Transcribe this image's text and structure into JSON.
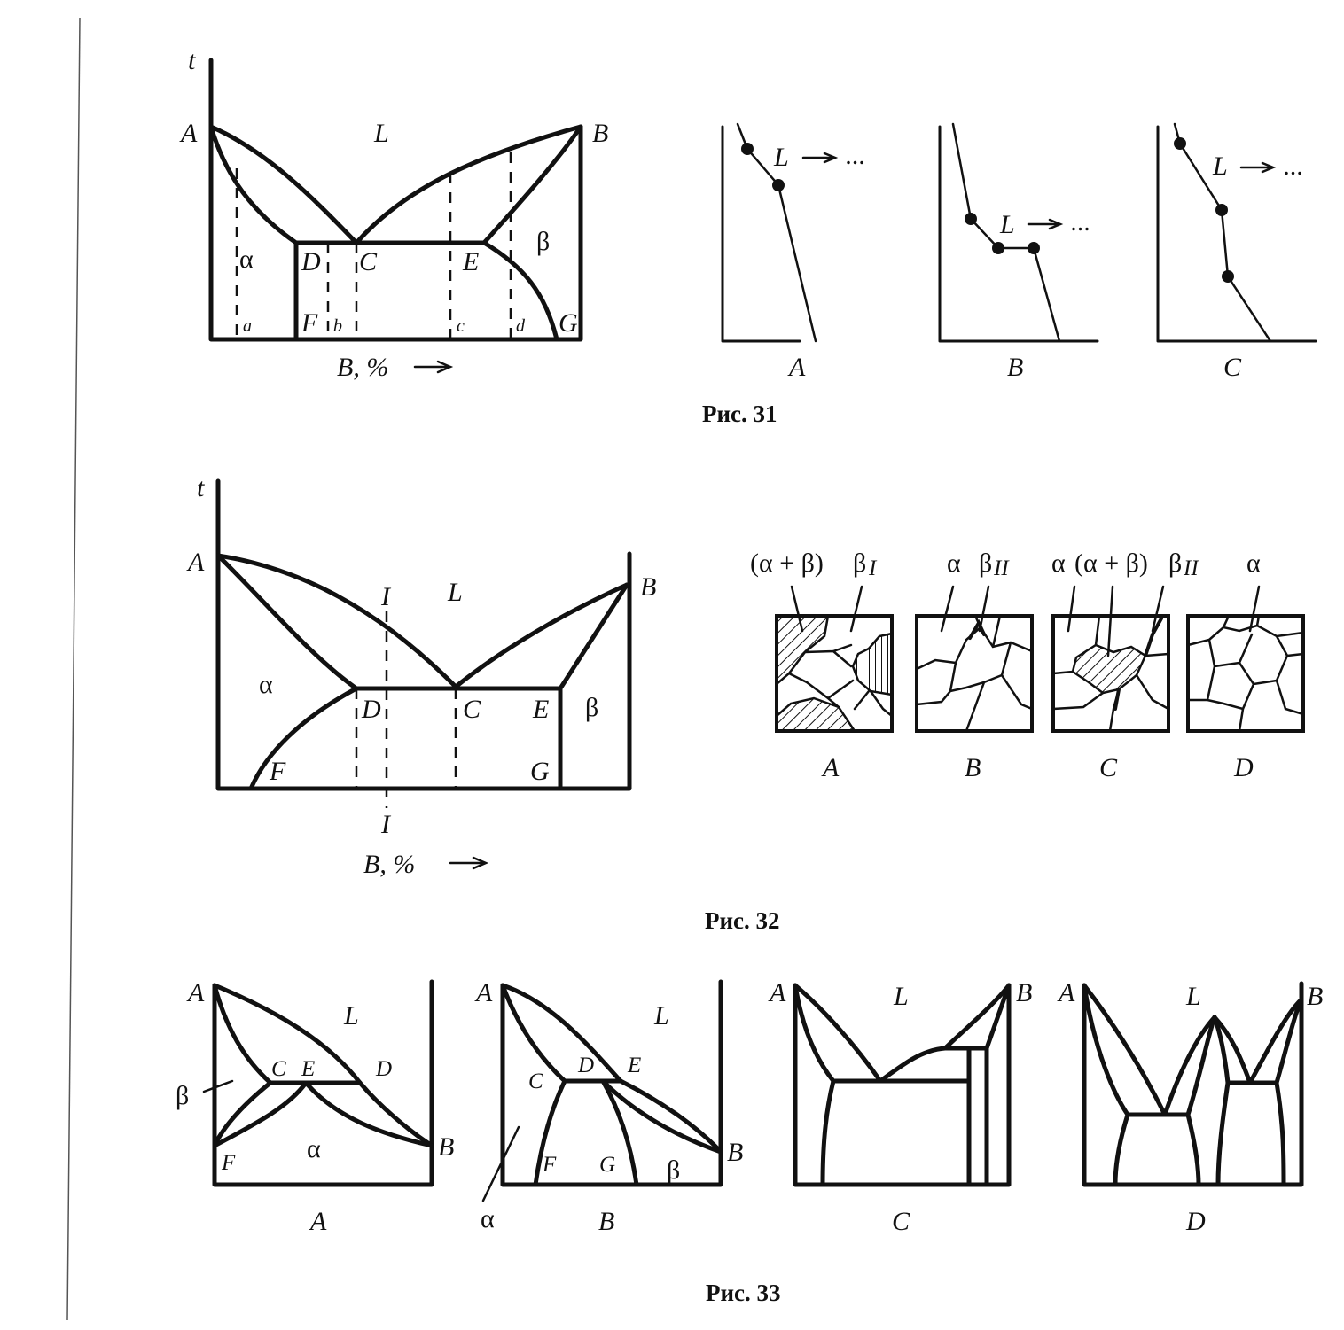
{
  "fig31": {
    "caption": "Рис. 31",
    "diagram": {
      "axis_t": "t",
      "axis_x": "B, %",
      "points": {
        "A": "A",
        "B": "B",
        "C": "C",
        "D": "D",
        "E": "E",
        "F": "F",
        "G": "G"
      },
      "regions": {
        "L": "L",
        "alpha": "α",
        "beta": "β"
      },
      "alloys": {
        "a": "a",
        "b": "b",
        "c": "c",
        "d": "d"
      }
    },
    "cooling_curves": [
      {
        "label": "A",
        "annotation": "L"
      },
      {
        "label": "B",
        "annotation": "L"
      },
      {
        "label": "C",
        "annotation": "L"
      }
    ],
    "ellipsis": "..."
  },
  "fig32": {
    "caption": "Рис. 32",
    "diagram": {
      "axis_t": "t",
      "axis_x": "B, %",
      "points": {
        "A": "A",
        "B": "B",
        "C": "C",
        "D": "D",
        "E": "E",
        "F": "F",
        "G": "G"
      },
      "regions": {
        "L": "L",
        "alpha": "α",
        "beta": "β"
      },
      "section": "I"
    },
    "micro": [
      {
        "label": "A",
        "parts": [
          "(α + β)",
          "β",
          "I"
        ]
      },
      {
        "label": "B",
        "parts": [
          "α",
          "β",
          "II"
        ]
      },
      {
        "label": "C",
        "parts": [
          "α",
          "(α + β)",
          "β",
          "II"
        ]
      },
      {
        "label": "D",
        "parts": [
          "α"
        ]
      }
    ]
  },
  "fig33": {
    "caption": "Рис. 33",
    "panels": [
      {
        "label": "A",
        "texts": {
          "A": "A",
          "B": "B",
          "L": "L",
          "C": "C",
          "E": "E",
          "D": "D",
          "F": "F",
          "alpha": "α",
          "beta": "β"
        }
      },
      {
        "label": "B",
        "texts": {
          "A": "A",
          "B": "B",
          "L": "L",
          "C": "C",
          "D": "D",
          "E": "E",
          "F": "F",
          "G": "G",
          "alpha": "α",
          "beta": "β"
        }
      },
      {
        "label": "C",
        "texts": {
          "A": "A",
          "B": "B",
          "L": "L"
        }
      },
      {
        "label": "D",
        "texts": {
          "A": "A",
          "B": "B",
          "L": "L"
        }
      }
    ]
  }
}
